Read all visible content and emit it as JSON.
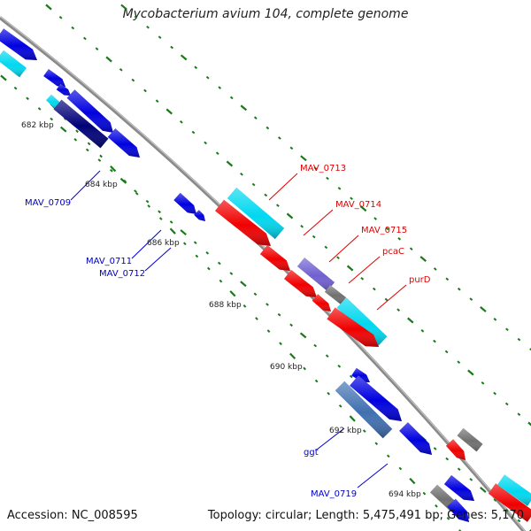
{
  "title": "Mycobacterium avium 104, complete genome",
  "footer": {
    "accession": "Accession: NC_008595",
    "topology": "Topology: circular; Length: 5,475,491 bp; Genes: 5,170"
  },
  "backbone_color": "#8a8a8a",
  "tick_color": "#1a7a1a",
  "colors": {
    "blue": "#0000e0",
    "navy": "#000078",
    "cyan": "#00d8f0",
    "red": "#f00000",
    "gray": "#707070",
    "purple": "#7060d0",
    "steel": "#4070b0"
  },
  "kbp_labels": [
    "682 kbp",
    "684 kbp",
    "686 kbp",
    "688 kbp",
    "690 kbp",
    "692 kbp",
    "694 kbp"
  ],
  "gene_labels_red": [
    "MAV_0713",
    "MAV_0714",
    "MAV_0715",
    "pcaC",
    "purD"
  ],
  "gene_labels_blue": [
    "MAV_0709",
    "MAV_0711",
    "MAV_0712",
    "ggt",
    "MAV_0719"
  ]
}
